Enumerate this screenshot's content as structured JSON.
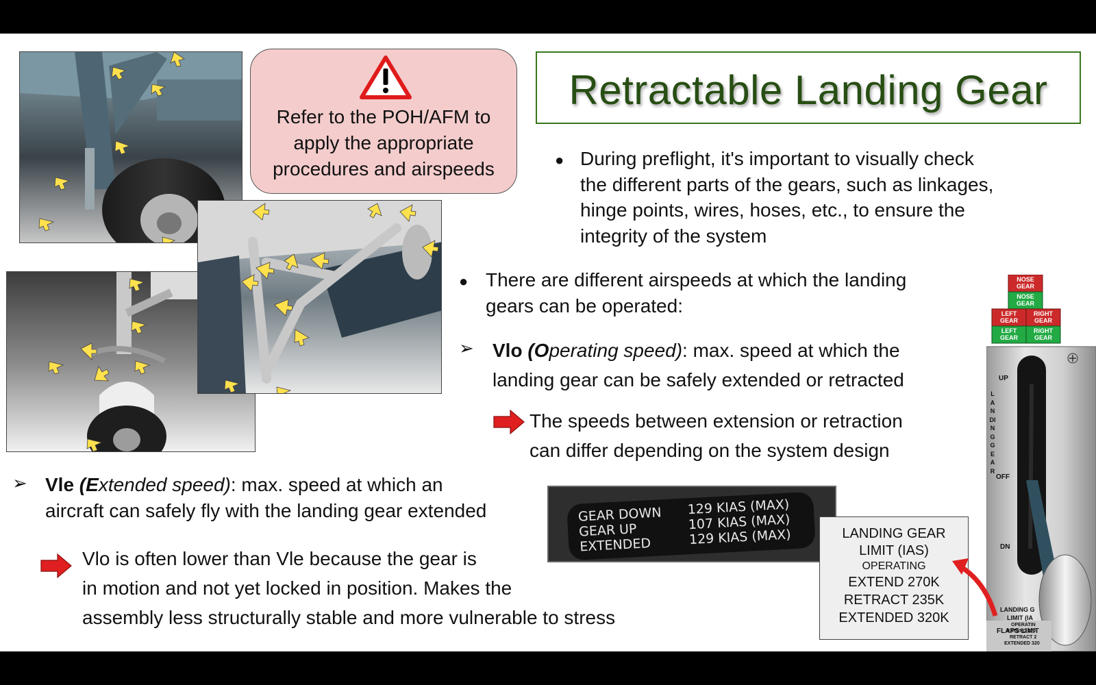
{
  "warning": {
    "icon": "warning-triangle-icon",
    "lines": [
      "Refer to the POH/AFM to",
      "apply the appropriate",
      "procedures and airspeeds"
    ]
  },
  "title": "Retractable Landing Gear",
  "bullet1": {
    "lines": [
      "During preflight, it's important to visually check",
      "the different parts of the gears, such as linkages,",
      "hinge points, wires, hoses, etc., to ensure the",
      "integrity of the system"
    ]
  },
  "bullet2": {
    "lines": [
      "There are different airspeeds at which the landing",
      "gears can be operated:"
    ]
  },
  "vlo": {
    "abbr": "Vlo",
    "paren_open": " (",
    "initial": "O",
    "rest": "perating speed)",
    "desc": ": max. speed at which the",
    "line2": "landing gear can be safely extended or retracted",
    "note_lines": [
      "The speeds between extension or retraction",
      "can differ depending on the system design"
    ]
  },
  "vle": {
    "abbr": "Vle",
    "paren_open": " (",
    "initial": "E",
    "rest": "xtended speed)",
    "desc": ": max. speed at which an",
    "line2": "aircraft can safely fly with the landing gear extended",
    "note_lines": [
      "Vlo is often lower than Vle because the gear is",
      "in motion and not yet locked in position. Makes the",
      "assembly less structurally stable and more vulnerable to stress"
    ]
  },
  "placard": {
    "rows": [
      {
        "label": "GEAR DOWN",
        "value": "129 KIAS (MAX)"
      },
      {
        "label": "GEAR UP",
        "value": "107 KIAS (MAX)"
      },
      {
        "label": "EXTENDED",
        "value": "129 KIAS (MAX)"
      }
    ]
  },
  "limit_box": {
    "lines": [
      "LANDING GEAR",
      "LIMIT (IAS)",
      "OPERATING",
      "EXTEND 270K",
      "RETRACT 235K",
      "EXTENDED 320K"
    ]
  },
  "gear_panel": {
    "indicators": [
      {
        "label": "NOSE GEAR",
        "color": "#cc2a2a"
      },
      {
        "label": "NOSE GEAR",
        "color": "#22aa44"
      },
      {
        "label": "LEFT GEAR",
        "color": "#cc2a2a"
      },
      {
        "label": "RIGHT GEAR",
        "color": "#cc2a2a"
      },
      {
        "label": "LEFT GEAR",
        "color": "#22aa44"
      },
      {
        "label": "RIGHT GEAR",
        "color": "#22aa44"
      }
    ],
    "up_label": "UP",
    "off_label": "OFF",
    "dn_label": "DN",
    "vertical_label": "LANDING GEAR",
    "small_lines": [
      "LANDING G",
      "LIMIT (IA",
      "OPERATIN",
      "EXTEND 270",
      "RETRACT 2",
      "EXTENDED 320"
    ],
    "flaps_label": "FLAPS LIMIT"
  },
  "colors": {
    "title_green": "#274e13",
    "title_border": "#38761d",
    "warning_bg": "#f4cccc",
    "arrow_red": "#e02020",
    "callout_yellow": "#ffe14d"
  }
}
